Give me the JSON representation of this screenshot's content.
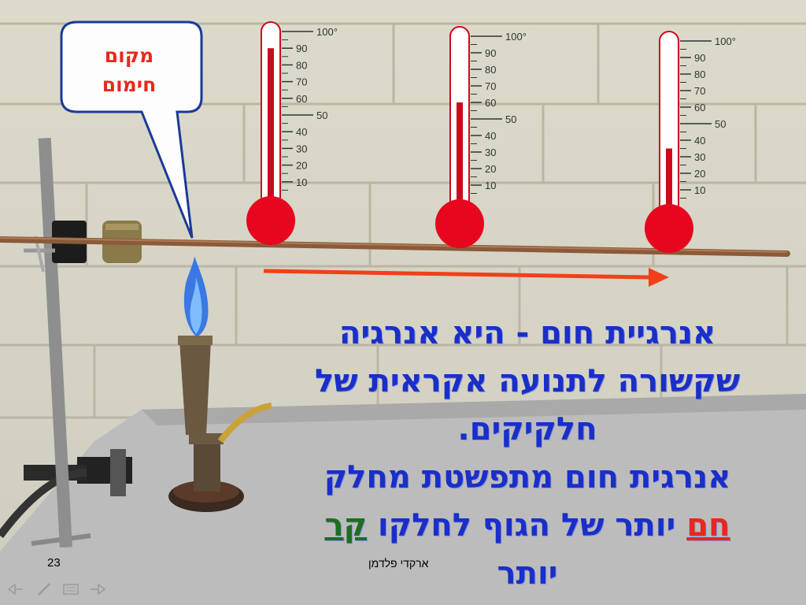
{
  "callout": {
    "line1": "מקום",
    "line2": "חימום"
  },
  "thermometers": [
    {
      "ticks": [
        "100°",
        "90",
        "80",
        "70",
        "60",
        "50",
        "40",
        "30",
        "20",
        "10"
      ],
      "level_celsius": 90
    },
    {
      "ticks": [
        "100°",
        "90",
        "80",
        "70",
        "60",
        "50",
        "40",
        "30",
        "20",
        "10"
      ],
      "level_celsius": 60
    },
    {
      "ticks": [
        "100°",
        "90",
        "80",
        "70",
        "60",
        "50",
        "40",
        "30",
        "20",
        "10"
      ],
      "level_celsius": 35
    }
  ],
  "body_text": {
    "line1": "אנרגיית חום - היא אנרגיה",
    "line2": "שקשורה לתנועה אקראית של",
    "line3": "חלקיקים.",
    "line4": "אנרגית חום  מתפשטת מחלק",
    "line5_hot": "חם",
    "line5_rest": " יותר של הגוף לחלקו ",
    "line5_cold": "קר",
    "line6": "יותר"
  },
  "footer": {
    "slide_number": "23",
    "author": "ארקדי פלדמן"
  },
  "colors": {
    "mercury": "#cc0a1e",
    "arrow": "#f0401a",
    "text": "#1a2fc8",
    "hot": "#e8281e",
    "cold": "#1e6e1e",
    "callout_border": "#1a3a9a"
  },
  "nav_icons": [
    "first-slide-icon",
    "pen-icon",
    "slide-menu-icon",
    "next-slide-icon"
  ]
}
